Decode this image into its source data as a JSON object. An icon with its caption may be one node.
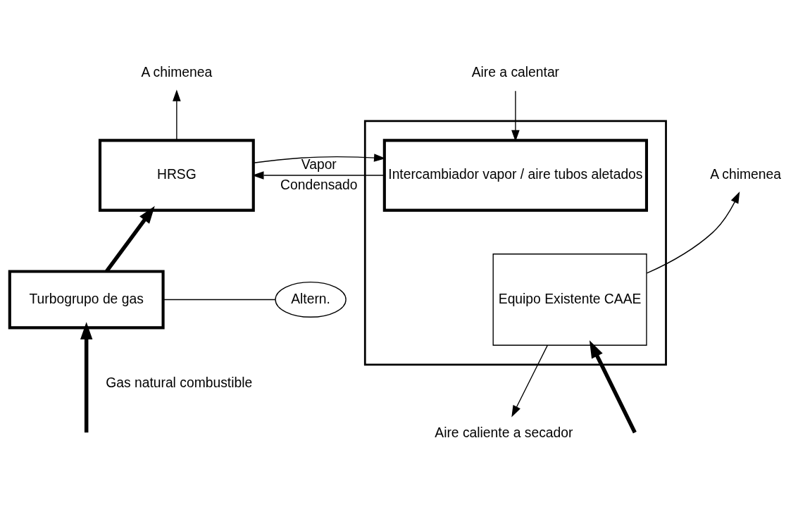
{
  "diagram": {
    "nodes": [
      {
        "text": [
          "A chimenea"
        ]
      },
      {
        "text": [
          "Aire a calentar"
        ]
      },
      {
        "text": [
          "HRSG"
        ]
      },
      {
        "text": [],
        "shape": "box"
      },
      {
        "text": [
          "Intercambiador vapor / aire tubos aletados"
        ],
        "in": 3
      },
      {
        "text": [
          "A chimenea"
        ]
      },
      {
        "text": [
          "Turbogrupo de gas"
        ]
      },
      {
        "text": [
          "Altern."
        ]
      },
      {
        "text": [
          "Equipo Existente CAAE"
        ],
        "in": 3
      },
      {
        "text": [
          "Aire caliente a secador"
        ]
      }
    ],
    "edges": [
      {
        "from": 2,
        "to": 0,
        "arrow": "to"
      },
      {
        "from": 1,
        "to": 4,
        "arrow": "to"
      },
      {
        "from": 2,
        "to": 4,
        "arrow": "to",
        "label": "Vapor"
      },
      {
        "from": 4,
        "to": 2,
        "arrow": "to",
        "label": "Condensado"
      },
      {
        "from": 8,
        "to": 5,
        "arrow": "to"
      },
      {
        "from": 6,
        "to": 2,
        "arrow": "to",
        "style": "thick"
      },
      {
        "from": 6,
        "to": 7,
        "arrow": "none"
      },
      {
        "from": null,
        "to": 6,
        "arrow": "to",
        "style": "thick",
        "label": "Gas natural combustible"
      },
      {
        "from": null,
        "to": 8,
        "arrow": "to",
        "style": "thick"
      },
      {
        "from": 8,
        "to": 9,
        "arrow": "to"
      }
    ]
  }
}
